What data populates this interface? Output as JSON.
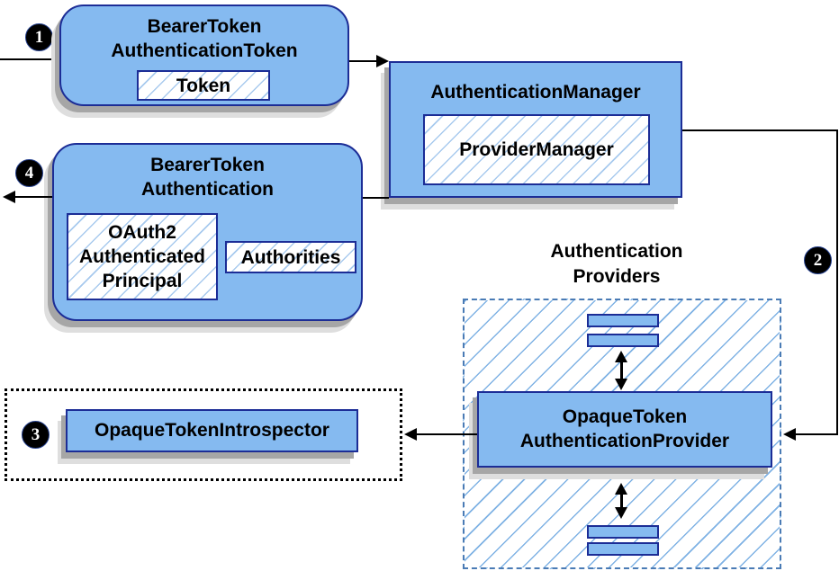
{
  "steps": {
    "one": "1",
    "two": "2",
    "three": "3",
    "four": "4"
  },
  "nodes": {
    "bearer_token_authentication_token": {
      "title_line1": "BearerToken",
      "title_line2": "AuthenticationToken",
      "token_label": "Token"
    },
    "authentication_manager": {
      "title": "AuthenticationManager",
      "provider_manager_label": "ProviderManager"
    },
    "bearer_token_authentication": {
      "title_line1": "BearerToken",
      "title_line2": "Authentication",
      "principal_line1": "OAuth2",
      "principal_line2": "Authenticated",
      "principal_line3": "Principal",
      "authorities_label": "Authorities"
    },
    "authentication_providers": {
      "label_line1": "Authentication",
      "label_line2": "Providers"
    },
    "opaque_token_authentication_provider": {
      "title_line1": "OpaqueToken",
      "title_line2": "AuthenticationProvider"
    },
    "opaque_token_introspector": {
      "title": "OpaqueTokenIntrospector"
    }
  },
  "colors": {
    "node_fill": "#85BAF0",
    "node_border": "#1C2D96",
    "hatch_line": "#7FB2E4",
    "dashed_group_border": "#4A7BB5",
    "arrow": "#000000",
    "step_marker_bg": "#000000",
    "step_marker_text": "#FFFFFF",
    "shadow": "#A6A6A6"
  }
}
